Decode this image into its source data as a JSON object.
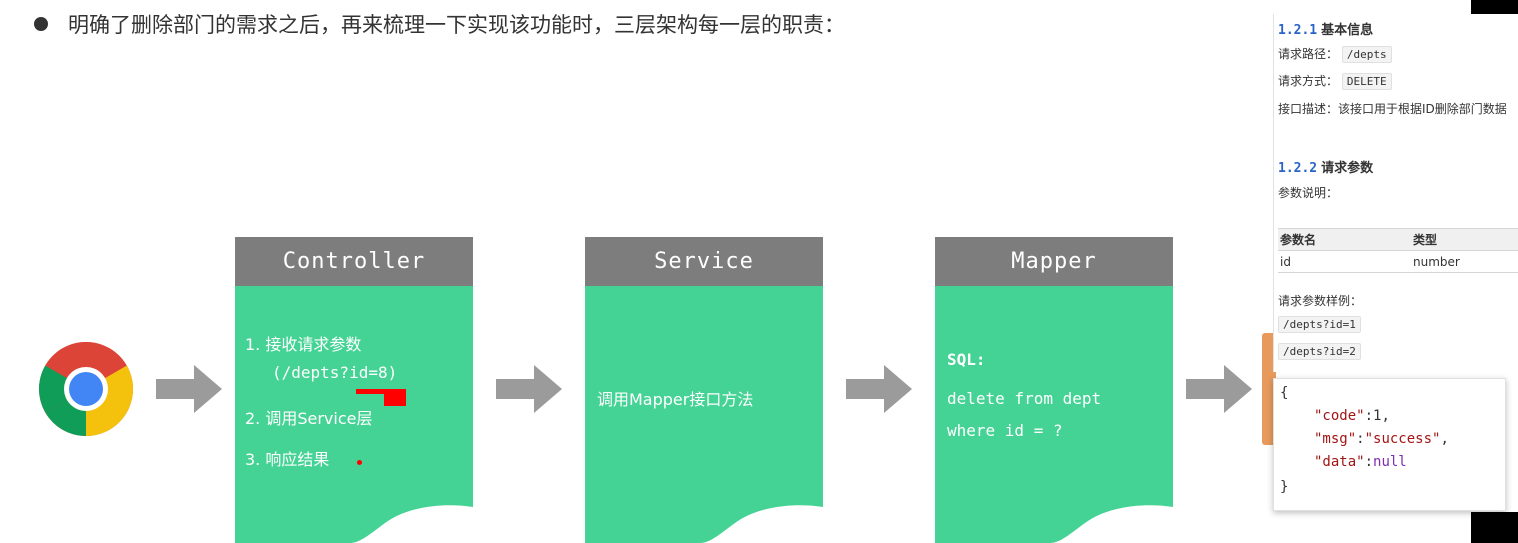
{
  "headline": "明确了删除部门的需求之后，再来梳理一下实现该功能时，三层架构每一层的职责：",
  "layers": {
    "controller": {
      "title": "Controller",
      "step1": "1. 接收请求参数",
      "step1_detail": "(/depts?id=8)",
      "step2": "2. 调用Service层",
      "step3": "3. 响应结果"
    },
    "service": {
      "title": "Service",
      "text": "调用Mapper接口方法"
    },
    "mapper": {
      "title": "Mapper",
      "sql_label": "SQL:",
      "sql_line1": "delete from dept",
      "sql_line2": "where id = ?"
    }
  },
  "doc": {
    "basic_num": "1.2.1",
    "basic_title": "基本信息",
    "path_label": "请求路径：",
    "path_value": "/depts",
    "method_label": "请求方式：",
    "method_value": "DELETE",
    "desc_label": "接口描述：",
    "desc_value": "该接口用于根据ID删除部门数据",
    "params_num": "1.2.2",
    "params_title": "请求参数",
    "params_desc": "参数说明：",
    "table_headers": [
      "参数名",
      "类型"
    ],
    "table_rows": [
      [
        "id",
        "number"
      ]
    ],
    "sample_label": "请求参数样例：",
    "sample1": "/depts?id=1",
    "sample2": "/depts?id=2"
  },
  "response_json": {
    "open": "{",
    "code_key": "\"code\"",
    "code_value": "1",
    "msg_key": "\"msg\"",
    "msg_value": "\"success\"",
    "data_key": "\"data\"",
    "data_value": "null",
    "close": "}"
  },
  "icons": {
    "browser": "chrome-icon",
    "flow": "arrow-right-icon"
  },
  "colors": {
    "layer_body": "#44d395",
    "layer_header": "#7d7d7d",
    "arrow": "#9b9b9b",
    "highlight": "#ff0000"
  }
}
